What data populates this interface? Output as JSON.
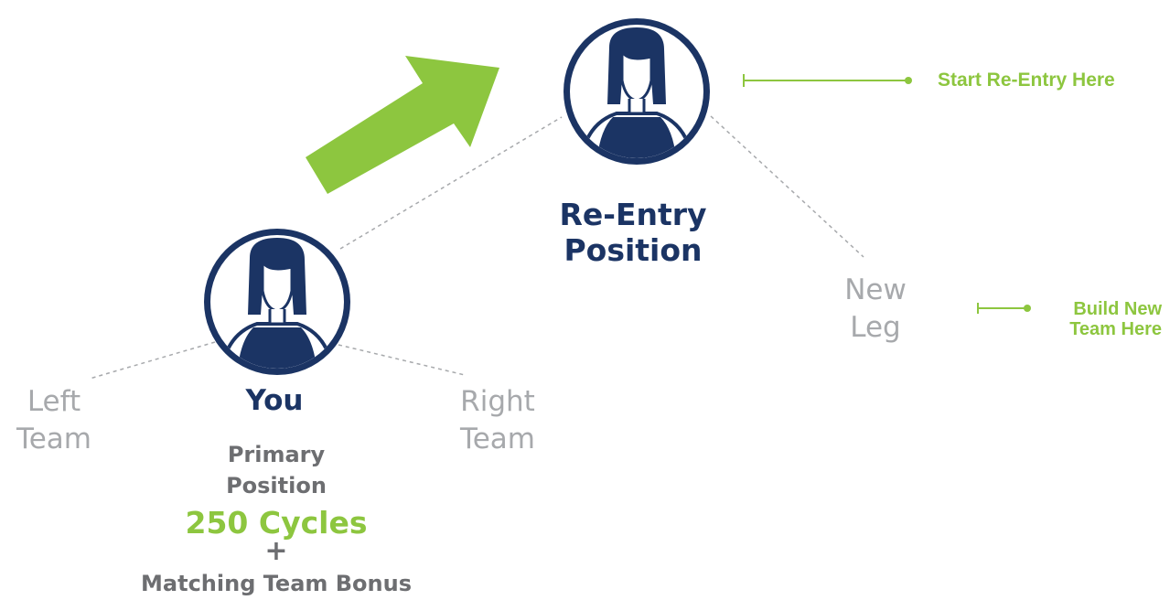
{
  "colors": {
    "navy": "#1b3464",
    "green": "#8dc63f",
    "gray": "#a7a9ac",
    "darkgray": "#6d6e71"
  },
  "nodes": {
    "reentry": {
      "icon": "woman-avatar-icon",
      "label_line1": "Re-Entry",
      "label_line2": "Position"
    },
    "you": {
      "icon": "woman-avatar-icon",
      "label": "You"
    }
  },
  "legs": {
    "left": {
      "line1": "Left",
      "line2": "Team"
    },
    "right": {
      "line1": "Right",
      "line2": "Team"
    },
    "new": {
      "line1": "New",
      "line2": "Leg"
    }
  },
  "primary": {
    "line1": "Primary",
    "line2": "Position",
    "cycles": "250 Cycles",
    "plus": "+",
    "bonus": "Matching Team Bonus"
  },
  "callouts": {
    "start": "Start Re-Entry Here",
    "build_line1": "Build New",
    "build_line2": "Team Here"
  },
  "arrow": {
    "icon": "up-right-arrow-icon"
  }
}
